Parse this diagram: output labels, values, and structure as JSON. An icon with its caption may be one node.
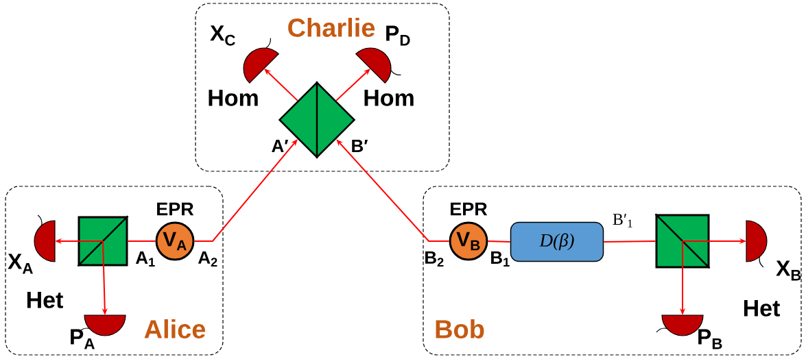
{
  "diagram": {
    "nodes": [
      {
        "text": [
          "Charlie"
        ]
      },
      {
        "text": [],
        "shape": "diamond",
        "in": 0
      },
      {
        "text": [],
        "shape": "semicircle",
        "in": 0,
        "beside": [
          "X$_{C}$"
        ]
      },
      {
        "text": [],
        "shape": "semicircle",
        "in": 0,
        "beside": [
          "P$_{D}$"
        ]
      },
      {
        "text": [
          "Alice"
        ]
      },
      {
        "text": [],
        "shape": "box",
        "in": 4
      },
      {
        "text": [
          "EPR",
          "V$_{A}$"
        ],
        "in": 4
      },
      {
        "text": [],
        "shape": "semicircle",
        "in": 4,
        "beside": [
          "X$_{A}$"
        ]
      },
      {
        "text": [],
        "shape": "semicircle",
        "in": 4,
        "beside": [
          "P$_{A}$"
        ]
      },
      {
        "text": [
          "Bob"
        ]
      },
      {
        "text": [
          "EPR",
          "V$_{B}$"
        ],
        "in": 9
      },
      {
        "text": [
          "D(β)"
        ],
        "in": 9
      },
      {
        "text": [],
        "shape": "box",
        "in": 9
      },
      {
        "text": [],
        "shape": "semicircle",
        "in": 9,
        "beside": [
          "X$_{B}$"
        ]
      },
      {
        "text": [],
        "shape": "semicircle",
        "in": 9,
        "beside": [
          "P$_{B}$"
        ]
      }
    ],
    "edges": [
      {
        "from": 1,
        "to": 2,
        "arrow": "to"
      },
      {
        "from": 1,
        "to": 3,
        "arrow": "to"
      },
      {
        "from": 6,
        "to": 1,
        "arrow": "to"
      },
      {
        "from": 10,
        "to": 1,
        "arrow": "to"
      },
      {
        "from": 6,
        "to": 5,
        "arrow": "none"
      },
      {
        "from": 5,
        "to": 7,
        "arrow": "to"
      },
      {
        "from": 5,
        "to": 8,
        "arrow": "to"
      },
      {
        "from": 10,
        "to": 11,
        "arrow": "none"
      },
      {
        "from": 11,
        "to": 12,
        "arrow": "none",
        "label": "B′$_{1}$"
      },
      {
        "from": 12,
        "to": 13,
        "arrow": "to"
      },
      {
        "from": 12,
        "to": 14,
        "arrow": "to"
      }
    ],
    "labels": [
      "Hom",
      "Hom",
      "A′",
      "B′",
      "A$_{1}$",
      "A$_{2}$",
      "B$_{2}$",
      "B$_{1}$",
      "Het",
      "Het"
    ]
  }
}
